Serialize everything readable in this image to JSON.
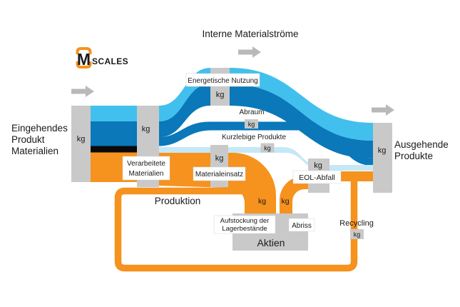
{
  "title": "Interne Materialströme",
  "unit": "kg",
  "logo": {
    "monogram": "M",
    "wordmark": "SCALES"
  },
  "entry_label": {
    "line1": "Eingehendes",
    "line2": "Produkt",
    "line3": "Materialien"
  },
  "exit_label": {
    "line1": "Ausgehende",
    "line2": "Produkte"
  },
  "flows": {
    "energetische_nutzung": "Energetische Nutzung",
    "abraum": "Abraum",
    "kurzlebige_produkte": "Kurzlebige Produkte",
    "verarbeitete": {
      "line1": "Verarbeitete",
      "line2": "Materialien"
    },
    "materialeinsatz": "Materialeinsatz",
    "eol_abfall": "EOL-Abfall",
    "produktion": "Produktion",
    "aufstockung": {
      "line1": "Aufstockung der",
      "line2": "Lagerbestände"
    },
    "abriss": "Abriss",
    "aktien": "Aktien",
    "recycling": "Recycling"
  },
  "colors": {
    "light_blue": "#42c0ed",
    "dark_blue": "#0a78b9",
    "pale_blue": "#c5e8f7",
    "orange": "#f6921e",
    "node_gray": "#c9c9c9",
    "badge_gray": "#c9c9c9",
    "arrow_gray": "#b9b9b9",
    "black_flow": "#0a0a0a",
    "logo_blue": "#1b75bb",
    "text": "#1a1a1a",
    "white": "#ffffff"
  }
}
